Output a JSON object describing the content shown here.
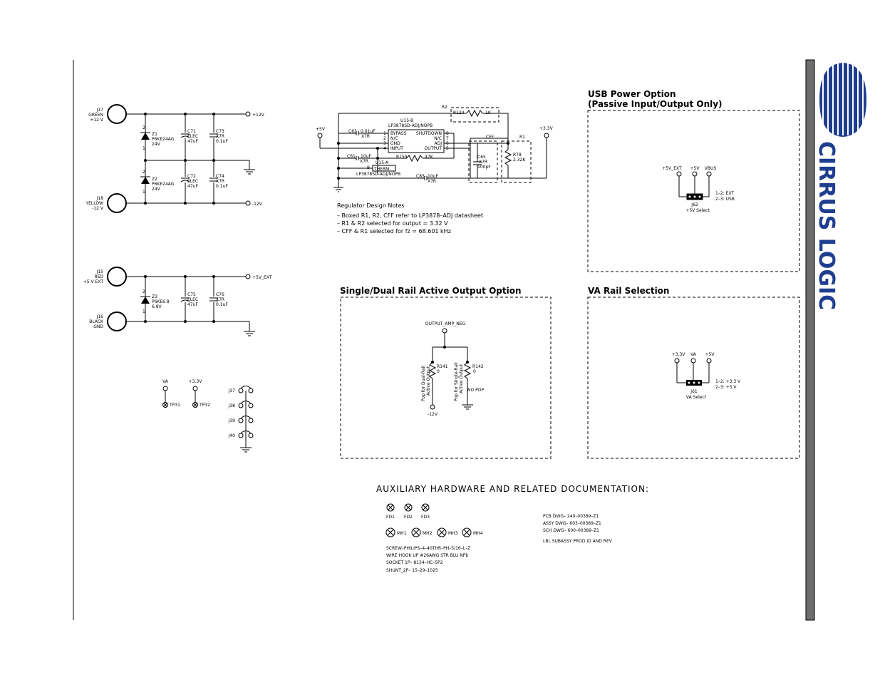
{
  "power_connectors": {
    "j17": {
      "ref": "J17",
      "color": "GREEN",
      "voltage": "+12 V"
    },
    "j18": {
      "ref": "J18",
      "color": "YELLOW",
      "voltage": "-12 V"
    },
    "j15": {
      "ref": "J15",
      "color": "RED",
      "voltage": "+5 V EXT"
    },
    "j16": {
      "ref": "J16",
      "color": "BLACK",
      "voltage": "GND"
    },
    "z1": {
      "ref": "Z1",
      "part": "P6KE24AG",
      "value": "24V"
    },
    "z2": {
      "ref": "Z2",
      "part": "P6KE24AG",
      "value": "24V"
    },
    "z3": {
      "ref": "Z3",
      "part": "P6KE6.8",
      "value": "6.8V"
    },
    "c71": {
      "ref": "C71",
      "type": "ELEC",
      "value": "47uF"
    },
    "c72": {
      "ref": "C72",
      "type": "ELEC",
      "value": "47uF"
    },
    "c75": {
      "ref": "C75",
      "type": "ELEC",
      "value": "47uF"
    },
    "c73": {
      "ref": "C73",
      "type": "X7R",
      "value": "0.1uF"
    },
    "c74": {
      "ref": "C74",
      "type": "X7R",
      "value": "0.1uF"
    },
    "c76": {
      "ref": "C76",
      "type": "X7R",
      "value": "0.1uF"
    },
    "net_p12": "+12V",
    "net_m12": "-12V",
    "net_5ext": "+5V_EXT",
    "pin1": "1",
    "pin2": "2"
  },
  "test_points": {
    "va": "VA",
    "p33": "+3.3V",
    "tp31": "TP31",
    "tp32": "TP32",
    "jumpers": [
      "J37",
      "J38",
      "J39",
      "J40"
    ]
  },
  "regulator": {
    "r2": "R2",
    "r124": "R124",
    "r124_val": "1K",
    "u15b": "U15-B",
    "u15b_part": "LP3878SD-ADJ/NOPB",
    "c63": "C63",
    "c63_val": "0.01uF",
    "c63_type": "X7R",
    "c61": "C61",
    "c61_val": "10uF",
    "c61_type": "X7R",
    "c83": "C83",
    "c83_val": "10uF",
    "c83_type": "X7R",
    "c65": "C65",
    "c65_type": "X7R",
    "c65_val": "100pF",
    "r159": "R159",
    "r159_val": "47K",
    "r78": "R78",
    "r78_val": "2.32K",
    "cff": "CFF",
    "r1": "R1",
    "u15a": "U15-A",
    "u15a_pin": "9",
    "u15a_pad": "THERM",
    "u15a_part": "LP3878SD-ADJ/NOPB",
    "net_5v": "+5V",
    "net_33": "+3.3V",
    "pins_left": [
      {
        "num": "1",
        "name": "BYPASS"
      },
      {
        "num": "2",
        "name": "N/C"
      },
      {
        "num": "3",
        "name": "GND"
      },
      {
        "num": "4",
        "name": "INPUT"
      }
    ],
    "pins_right": [
      {
        "num": "8",
        "name": "SHUTDOWN"
      },
      {
        "num": "7",
        "name": "N/C"
      },
      {
        "num": "6",
        "name": "ADJ"
      },
      {
        "num": "5",
        "name": "OUTPUT"
      }
    ]
  },
  "notes": {
    "title": "Regulator Design Notes",
    "lines": [
      "– Boxed R1, R2, CFF refer to LP3878–ADJ datasheet",
      "– R1 & R2 selected for output = 3.32 V",
      "– CFF & R1 selected for fz = 68.601 kHz"
    ]
  },
  "usb": {
    "title1": "USB Power Option",
    "title2": "(Passive Input/Output Only)",
    "pin_labels": [
      "+5V_EXT",
      "+5V",
      "VBUS"
    ],
    "legend": [
      "1–2: EXT",
      "2–3: USB"
    ],
    "jumper": "J62",
    "caption": "+5V Select"
  },
  "active_output": {
    "title": "Single/Dual Rail Active Output Option",
    "net": "OUTPUT_AMP_NEG",
    "r141": "R141",
    "r141_val": "0",
    "r142": "R142",
    "r142_val": "0",
    "r142_note": "NO POP",
    "note_dual_1": "Pop for Dual-Rail",
    "note_dual_2": "Active Output",
    "note_single_1": "Pop for Single-Rail",
    "note_single_2": "Active Output",
    "net_m12": "-12V"
  },
  "va_rail": {
    "title": "VA Rail Selection",
    "pin_labels": [
      "+3.3V",
      "VA",
      "+5V"
    ],
    "legend": [
      "1–2: +3.3 V",
      "2–3: +5 V"
    ],
    "jumper": "J61",
    "caption": "VA Select"
  },
  "aux": {
    "title": "AUXILIARY HARDWARE AND RELATED DOCUMENTATION:",
    "fiducials": [
      "FD1",
      "FD2",
      "FD3"
    ],
    "mount_holes": [
      "MH1",
      "MH2",
      "MH3",
      "MH4"
    ],
    "bom": [
      "SCREW–PHILIPS–4–40THR–PH–5/16–L–Z",
      "WIRE HOOK UP #26AWG STR BLU NPb",
      "SOCKET 1P–  8134–HC–5P2",
      "SHUNT_2P–  15–29–1025"
    ],
    "docs": [
      "PCB DWG– 240–00389–Z1",
      "ASSY DWG–  603–00389–Z1",
      "SCH DWG–  600–00389–Z1",
      "LBL SUBASSY PROD ID AND REV"
    ]
  },
  "logo": {
    "text": "CIRRUS LOGIC",
    "color": "#1f3e8f"
  }
}
